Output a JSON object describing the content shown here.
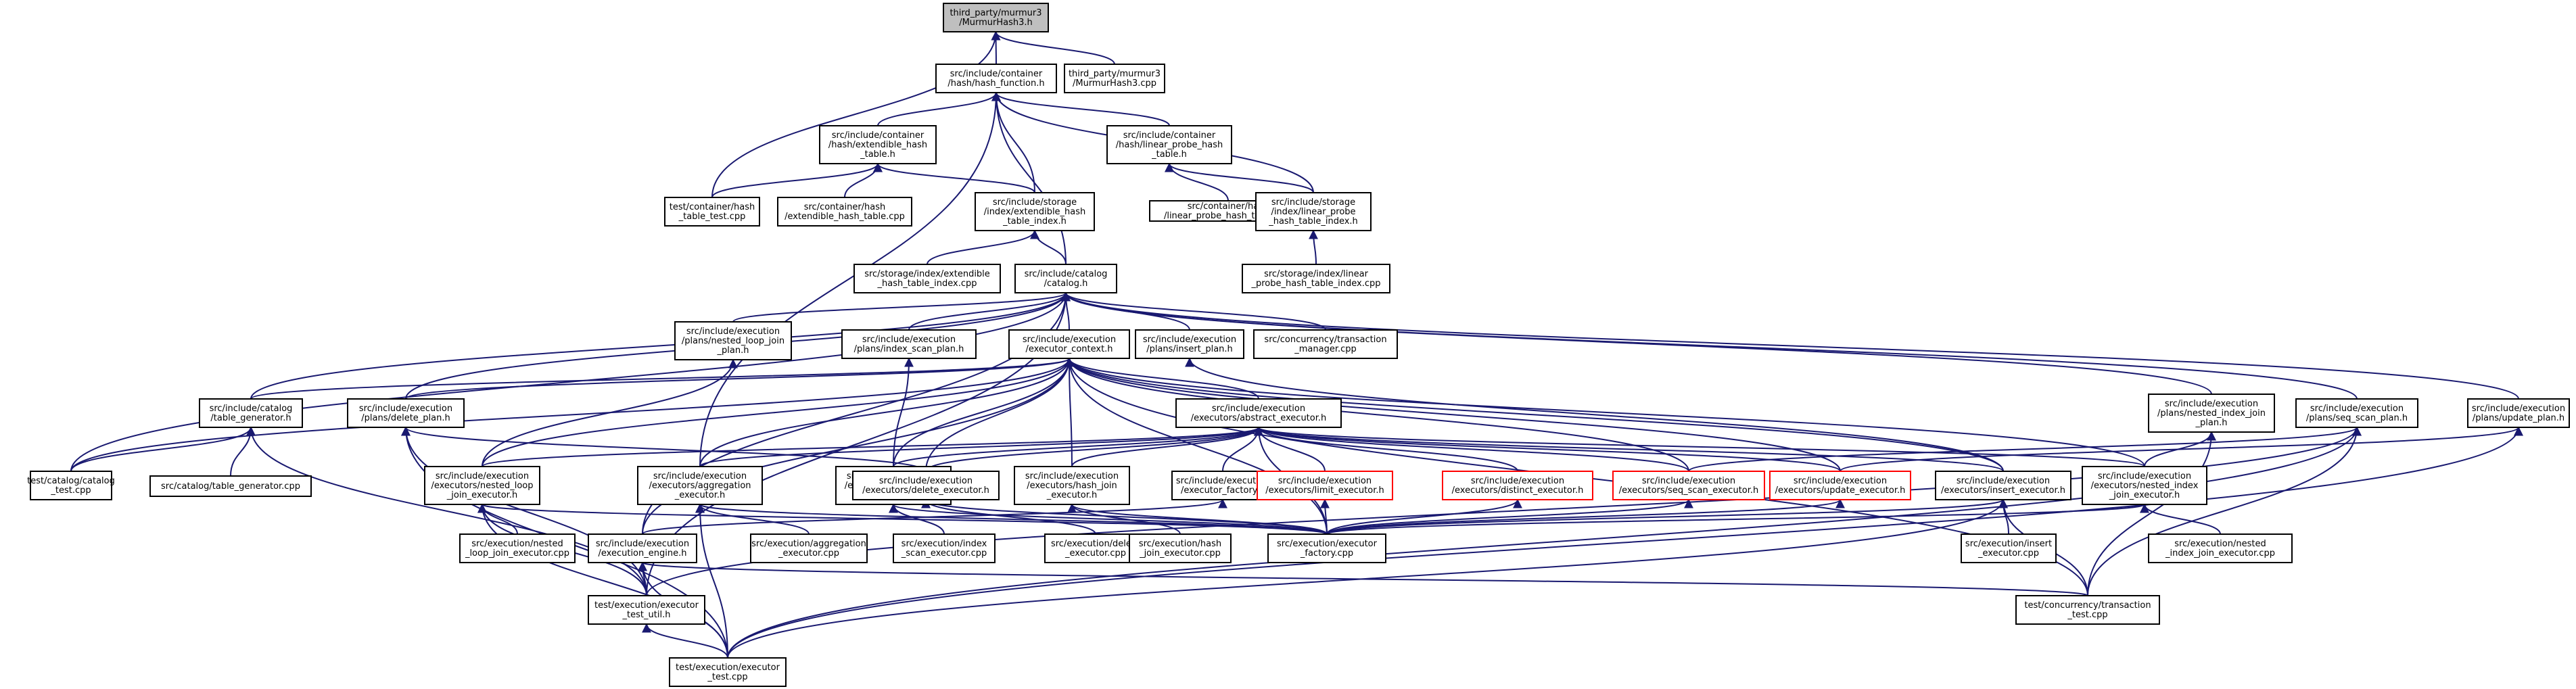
{
  "graph": {
    "nodes": [
      {
        "id": "mh3h",
        "lines": [
          "third_party/murmur3",
          "/MurmurHash3.h"
        ],
        "style": "root"
      },
      {
        "id": "hashfn",
        "lines": [
          "src/include/container",
          "/hash/hash_function.h"
        ]
      },
      {
        "id": "mh3cpp",
        "lines": [
          "third_party/murmur3",
          "/MurmurHash3.cpp"
        ]
      },
      {
        "id": "exth",
        "lines": [
          "src/include/container",
          "/hash/extendible_hash",
          "_table.h"
        ]
      },
      {
        "id": "linh",
        "lines": [
          "src/include/container",
          "/hash/linear_probe_hash",
          "_table.h"
        ]
      },
      {
        "id": "httest",
        "lines": [
          "test/container/hash",
          "_table_test.cpp"
        ]
      },
      {
        "id": "extcpp",
        "lines": [
          "src/container/hash",
          "/extendible_hash_table.cpp"
        ]
      },
      {
        "id": "extidxh",
        "lines": [
          "src/include/storage",
          "/index/extendible_hash",
          "_table_index.h"
        ]
      },
      {
        "id": "lincpp",
        "lines": [
          "src/container/hash",
          "/linear_probe_hash_table.cpp"
        ]
      },
      {
        "id": "linidxh",
        "lines": [
          "src/include/storage",
          "/index/linear_probe",
          "_hash_table_index.h"
        ]
      },
      {
        "id": "extidxcpp",
        "lines": [
          "src/storage/index/extendible",
          "_hash_table_index.cpp"
        ]
      },
      {
        "id": "catalogh",
        "lines": [
          "src/include/catalog",
          "/catalog.h"
        ]
      },
      {
        "id": "linidxcpp",
        "lines": [
          "src/storage/index/linear",
          "_probe_hash_table_index.cpp"
        ]
      },
      {
        "id": "nljplan",
        "lines": [
          "src/include/execution",
          "/plans/nested_loop_join",
          "_plan.h"
        ]
      },
      {
        "id": "idxscanplan",
        "lines": [
          "src/include/execution",
          "/plans/index_scan_plan.h"
        ]
      },
      {
        "id": "execctx",
        "lines": [
          "src/include/execution",
          "/executor_context.h"
        ]
      },
      {
        "id": "insplan",
        "lines": [
          "src/include/execution",
          "/plans/insert_plan.h"
        ]
      },
      {
        "id": "txnmgr",
        "lines": [
          "src/concurrency/transaction",
          "_manager.cpp"
        ]
      },
      {
        "id": "tgenh",
        "lines": [
          "src/include/catalog",
          "/table_generator.h"
        ]
      },
      {
        "id": "delplan",
        "lines": [
          "src/include/execution",
          "/plans/delete_plan.h"
        ]
      },
      {
        "id": "absexec",
        "lines": [
          "src/include/execution",
          "/executors/abstract_executor.h"
        ]
      },
      {
        "id": "nijplan",
        "lines": [
          "src/include/execution",
          "/plans/nested_index_join",
          "_plan.h"
        ]
      },
      {
        "id": "seqplan",
        "lines": [
          "src/include/execution",
          "/plans/seq_scan_plan.h"
        ]
      },
      {
        "id": "updplan",
        "lines": [
          "src/include/execution",
          "/plans/update_plan.h"
        ]
      },
      {
        "id": "cattest",
        "lines": [
          "test/catalog/catalog",
          "_test.cpp"
        ]
      },
      {
        "id": "tgencpp",
        "lines": [
          "src/catalog/table_generator.cpp"
        ]
      },
      {
        "id": "nljexec",
        "lines": [
          "src/include/execution",
          "/executors/nested_loop",
          "_join_executor.h"
        ]
      },
      {
        "id": "aggexec",
        "lines": [
          "src/include/execution",
          "/executors/aggregation",
          "_executor.h"
        ]
      },
      {
        "id": "idxscanexec",
        "lines": [
          "src/include/execution",
          "/executors/index_scan",
          "_executor.h"
        ]
      },
      {
        "id": "delexec",
        "lines": [
          "src/include/execution",
          "/executors/delete_executor.h"
        ]
      },
      {
        "id": "hjexec",
        "lines": [
          "src/include/execution",
          "/executors/hash_join",
          "_executor.h"
        ]
      },
      {
        "id": "execfac",
        "lines": [
          "src/include/execution",
          "/executor_factory.h"
        ]
      },
      {
        "id": "limexec",
        "lines": [
          "src/include/execution",
          "/executors/limit_executor.h"
        ],
        "style": "red"
      },
      {
        "id": "distexec",
        "lines": [
          "src/include/execution",
          "/executors/distinct_executor.h"
        ],
        "style": "red"
      },
      {
        "id": "seqexec",
        "lines": [
          "src/include/execution",
          "/executors/seq_scan_executor.h"
        ],
        "style": "red"
      },
      {
        "id": "updexec",
        "lines": [
          "src/include/execution",
          "/executors/update_executor.h"
        ],
        "style": "red"
      },
      {
        "id": "insexec",
        "lines": [
          "src/include/execution",
          "/executors/insert_executor.h"
        ]
      },
      {
        "id": "nijexec",
        "lines": [
          "src/include/execution",
          "/executors/nested_index",
          "_join_executor.h"
        ]
      },
      {
        "id": "nljcpp",
        "lines": [
          "src/execution/nested",
          "_loop_join_executor.cpp"
        ]
      },
      {
        "id": "engine",
        "lines": [
          "src/include/execution",
          "/execution_engine.h"
        ]
      },
      {
        "id": "aggcpp",
        "lines": [
          "src/execution/aggregation",
          "_executor.cpp"
        ]
      },
      {
        "id": "idxscancpp",
        "lines": [
          "src/execution/index",
          "_scan_executor.cpp"
        ]
      },
      {
        "id": "delcpp",
        "lines": [
          "src/execution/delete",
          "_executor.cpp"
        ]
      },
      {
        "id": "hjcpp",
        "lines": [
          "src/execution/hash",
          "_join_executor.cpp"
        ]
      },
      {
        "id": "execfaccpp",
        "lines": [
          "src/execution/executor",
          "_factory.cpp"
        ]
      },
      {
        "id": "inscpp",
        "lines": [
          "src/execution/insert",
          "_executor.cpp"
        ]
      },
      {
        "id": "nijcpp",
        "lines": [
          "src/execution/nested",
          "_index_join_executor.cpp"
        ]
      },
      {
        "id": "testutil",
        "lines": [
          "test/execution/executor",
          "_test_util.h"
        ]
      },
      {
        "id": "txntest",
        "lines": [
          "test/concurrency/transaction",
          "_test.cpp"
        ]
      },
      {
        "id": "exectest",
        "lines": [
          "test/execution/executor",
          "_test.cpp"
        ]
      }
    ]
  }
}
